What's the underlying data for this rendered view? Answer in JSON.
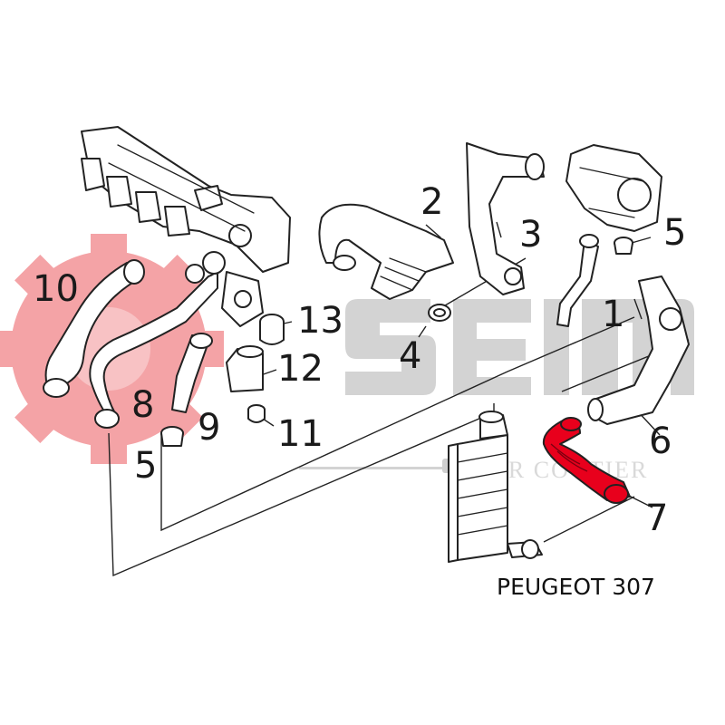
{
  "caption": "PEUGEOT 307",
  "watermark": {
    "logo_text": "seim",
    "tagline": "MGR COUTIER",
    "gear_color": "#f4a3a6",
    "logo_color": "#d0d0d0"
  },
  "highlight_color": "#e8001c",
  "callouts": [
    {
      "id": "1",
      "label": "1"
    },
    {
      "id": "2",
      "label": "2"
    },
    {
      "id": "3",
      "label": "3"
    },
    {
      "id": "4",
      "label": "4"
    },
    {
      "id": "5a",
      "label": "5"
    },
    {
      "id": "5b",
      "label": "5"
    },
    {
      "id": "6",
      "label": "6"
    },
    {
      "id": "7",
      "label": "7"
    },
    {
      "id": "8",
      "label": "8"
    },
    {
      "id": "9",
      "label": "9"
    },
    {
      "id": "10",
      "label": "10"
    },
    {
      "id": "11",
      "label": "11"
    },
    {
      "id": "12",
      "label": "12"
    },
    {
      "id": "13",
      "label": "13"
    }
  ]
}
